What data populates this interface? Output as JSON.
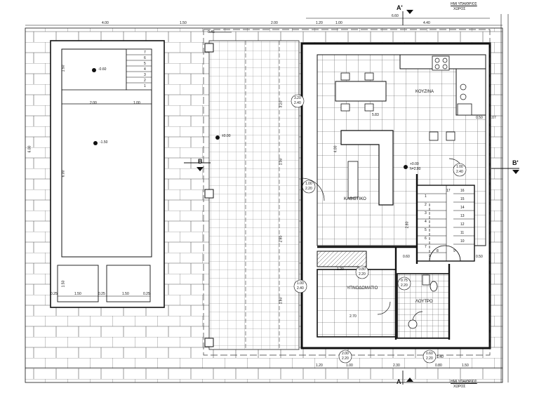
{
  "header_label": {
    "line1": "ΗΜΙ ΥΠΑΙΘΡΙΟΣ",
    "line2": "ΧΩΡΟΣ"
  },
  "footer_label": {
    "line1": "ΗΜΙ ΥΠΑΙΘΡΙΟΣ",
    "line2": "ΧΩΡΟΣ"
  },
  "sections": {
    "a_top": "A'",
    "a_bottom": "A",
    "b_left": "B",
    "b_right": "B'"
  },
  "rooms": {
    "kitchen": "ΚΟΥΖΙΝΑ",
    "living": "ΚΑΘΙΣΤΙΚΟ",
    "bedroom": "ΥΠΝΟΔΩΜΑΤΙΟ",
    "bath": "ΛΟΥΤΡΟ"
  },
  "levels": {
    "pool_shallow": "-0.60",
    "pool_deep": "-1.50",
    "terrace": "±0.00",
    "house_1": "+0.00",
    "house_2": "h=2.80"
  },
  "top_dims": [
    "4.00",
    "1.50",
    "2.00",
    "1.20",
    "1.00",
    "6.60",
    "4.40"
  ],
  "bottom_dims": [
    "1.20",
    "1.00",
    "2.30",
    "1.40",
    "0.80",
    "1.50"
  ],
  "misc_dims": {
    "d_045": "0.45",
    "d_100a": "1.00",
    "d_150a": "1.50",
    "d_200": "2.00",
    "d_100b": "1.00",
    "d_600": "6.00",
    "d_600b": "6.00",
    "d_150b": "1.50",
    "d_150c": "1.50",
    "d_025a": "0.25",
    "d_025b": "0.25",
    "d_025c": "0.25",
    "d_025d": "0.25",
    "d_150d": "1.50",
    "d_583": "5.83",
    "d_050": "0.50",
    "d_400": "4.00",
    "d_270": "2.70",
    "d_120b": "1.20",
    "d_280": "2.80",
    "d_260": "2.60",
    "d_180": "1.80",
    "d_100c": "1.00",
    "d_320": "3.20",
    "d_050b": "0.50",
    "d_060": "0.60",
    "d_007": "0.07",
    "d_050c": "0.50"
  },
  "door_tags": [
    {
      "top": "3.20",
      "bottom": "2.40"
    },
    {
      "top": "1.00",
      "bottom": "2.20"
    },
    {
      "top": "1.00",
      "bottom": "2.40"
    },
    {
      "top": "0.80",
      "bottom": "2.20"
    },
    {
      "top": "0.75",
      "bottom": "2.20"
    },
    {
      "top": "1.00",
      "bottom": "2.40"
    },
    {
      "top": "2.00",
      "bottom": "2.20"
    },
    {
      "top": "0.60",
      "bottom": "2.20"
    }
  ],
  "stair_steps": [
    "1",
    "2",
    "3",
    "4",
    "5",
    "6",
    "7"
  ],
  "main_stair_steps": [
    "1",
    "2",
    "3",
    "4",
    "5",
    "6",
    "7",
    "8",
    "9",
    "10",
    "11",
    "12",
    "13",
    "14",
    "15",
    "16",
    "17"
  ]
}
